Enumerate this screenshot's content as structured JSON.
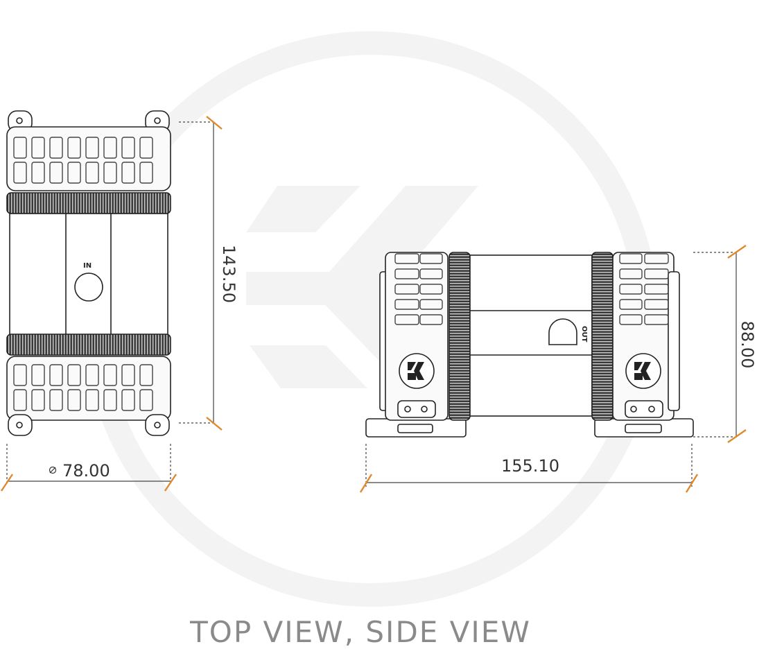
{
  "diagram": {
    "title": "TOP VIEW, SIDE VIEW",
    "top_view": {
      "port_label": "IN",
      "height_dimension": "143.50",
      "diameter_dimension": "78.00"
    },
    "side_view": {
      "port_label": "OUT",
      "width_dimension": "155.10",
      "height_dimension": "88.00"
    },
    "watermark": "EK logo",
    "colors": {
      "dimension_tick": "#e0892c",
      "outline": "#222222",
      "dark_ring": "#2a2a2a",
      "watermark": "#f2f2f2",
      "title": "#8a8a8a"
    }
  }
}
